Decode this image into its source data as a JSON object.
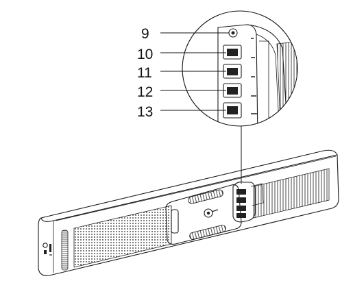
{
  "callouts": [
    {
      "number": "9",
      "part": "port"
    },
    {
      "number": "10",
      "part": "port"
    },
    {
      "number": "11",
      "part": "port"
    },
    {
      "number": "12",
      "part": "port"
    },
    {
      "number": "13",
      "part": "port"
    }
  ]
}
